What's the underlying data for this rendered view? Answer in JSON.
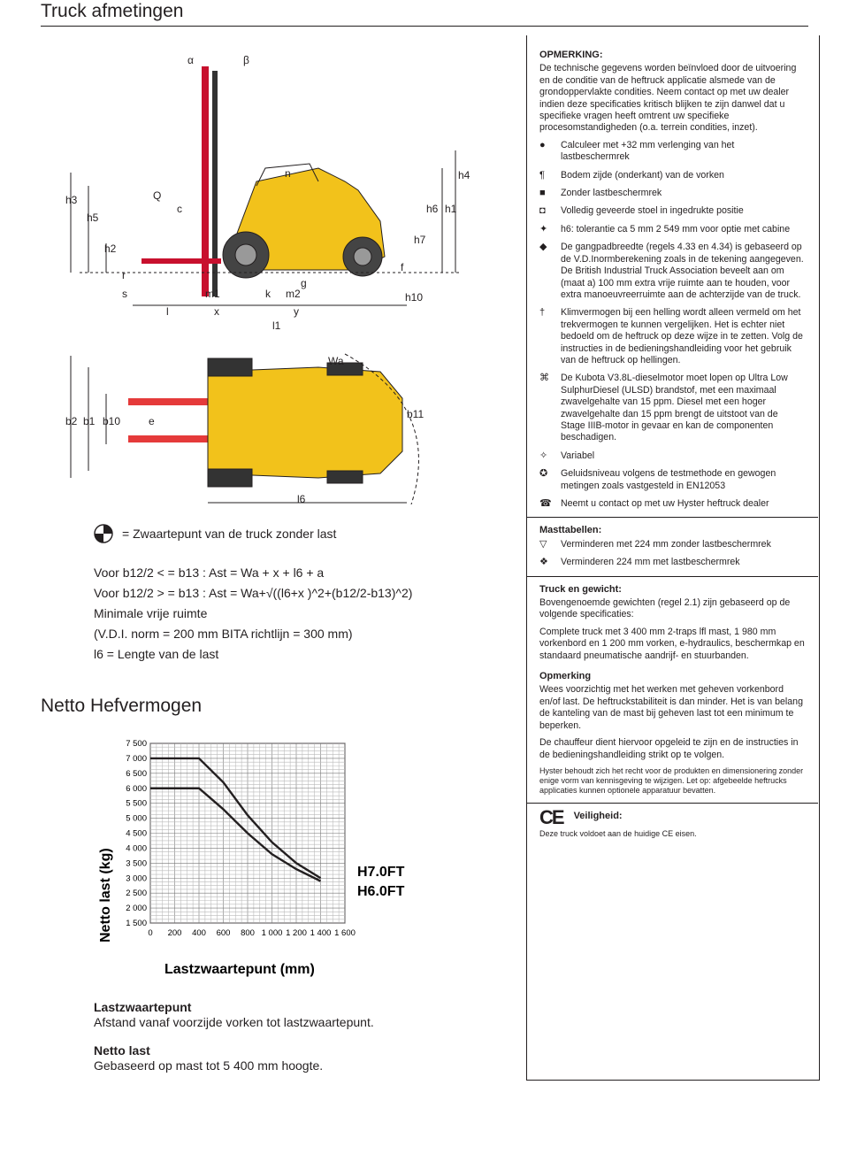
{
  "header": {
    "title": "Truck afmetingen"
  },
  "drawing": {
    "side_labels": [
      "α",
      "β",
      "n",
      "Q",
      "c",
      "h3",
      "h5",
      "h2",
      "r",
      "s",
      "l",
      "m1",
      "x",
      "k",
      "m2",
      "g",
      "y",
      "l1",
      "f",
      "h4",
      "h6",
      "h1",
      "h7",
      "h10"
    ],
    "top_labels": [
      "b2",
      "b1",
      "b10",
      "e",
      "Wa",
      "b11",
      "l6"
    ]
  },
  "legend": {
    "cog_text": "= Zwaartepunt van de truck zonder last"
  },
  "formulas": {
    "line1": "Voor  b12/2 < = b13  :  Ast = Wa + x + l6 + a",
    "line2": "Voor  b12/2 > = b13  :  Ast = Wa+√((l6+x )^2+(b12/2-b13)^2)",
    "line3": "Minimale vrije ruimte",
    "line4": "(V.D.I. norm = 200 mm BITA richtlijn = 300 mm)",
    "line5": "l6 = Lengte van de last"
  },
  "capacity_title": "Netto Hefvermogen",
  "chart_data": {
    "type": "line",
    "title": "",
    "xlabel": "Lastzwaartepunt (mm)",
    "ylabel": "Netto last (kg)",
    "x_ticks": [
      "0",
      "200",
      "400",
      "600",
      "800",
      "1 000",
      "1 200",
      "1 400",
      "1 600"
    ],
    "y_ticks": [
      "7 500",
      "7 000",
      "6 500",
      "6 000",
      "5 500",
      "5 000",
      "4 500",
      "4 000",
      "3 500",
      "3 000",
      "2 500",
      "2 000",
      "1 500"
    ],
    "xlim": [
      0,
      1600
    ],
    "ylim": [
      1500,
      7500
    ],
    "grid": true,
    "series": [
      {
        "name": "H7.0FT",
        "x": [
          0,
          400,
          600,
          800,
          1000,
          1200,
          1400
        ],
        "y": [
          7000,
          7000,
          6200,
          5100,
          4200,
          3500,
          3000
        ]
      },
      {
        "name": "H6.0FT",
        "x": [
          0,
          400,
          600,
          800,
          1000,
          1200,
          1400
        ],
        "y": [
          6000,
          6000,
          5300,
          4500,
          3800,
          3300,
          2900
        ]
      }
    ]
  },
  "below_chart": {
    "lzp_title": "Lastzwaartepunt",
    "lzp_text": "Afstand vanaf voorzijde vorken tot lastzwaartepunt.",
    "nl_title": "Netto last",
    "nl_text": "Gebaseerd op mast tot 5 400 mm hoogte."
  },
  "right": {
    "note_head": "OPMERKING:",
    "note_text": "De technische gegevens worden beïnvloed door de uitvoering en de conditie van de heftruck applicatie alsmede van de grondoppervlakte condities. Neem contact op met uw dealer indien deze specificaties kritisch blijken te zijn danwel dat u specifieke vragen heeft omtrent uw specifieke procesomstandigheden (o.a. terrein condities, inzet).",
    "notes": [
      {
        "sym": "●",
        "text": "Calculeer met +32 mm verlenging van het lastbeschermrek"
      },
      {
        "sym": "¶",
        "text": "Bodem zijde (onderkant) van de vorken"
      },
      {
        "sym": "■",
        "text": "Zonder lastbeschermrek"
      },
      {
        "sym": "◘",
        "text": "Volledig geveerde stoel in ingedrukte positie"
      },
      {
        "sym": "✦",
        "text": "h6: tolerantie ca 5 mm 2 549 mm voor optie met cabine"
      },
      {
        "sym": "◆",
        "text": "De gangpadbreedte (regels 4.33 en 4.34) is gebaseerd op de V.D.Inormberekening zoals in de tekening aangegeven. De British Industrial Truck Association beveelt aan om (maat a) 100 mm extra vrije ruimte aan te houden, voor extra manoeuvreerruimte aan de achterzijde van de truck."
      },
      {
        "sym": "†",
        "text": "Klimvermogen bij een helling wordt alleen vermeld om het trekvermogen te kunnen vergelijken. Het is echter niet bedoeld om de heftruck op deze wijze in te zetten. Volg de instructies in de bedieningshandleiding voor het gebruik van de heftruck op hellingen."
      },
      {
        "sym": "⌘",
        "text": "De Kubota V3.8L-dieselmotor moet lopen op Ultra Low SulphurDiesel (ULSD) brandstof, met een maximaal zwavelgehalte van 15 ppm. Diesel met een hoger zwavelgehalte dan 15 ppm brengt de uitstoot van de Stage IIIB-motor in gevaar en kan de componenten beschadigen."
      },
      {
        "sym": "✧",
        "text": "Variabel"
      },
      {
        "sym": "✪",
        "text": "Geluidsniveau volgens de testmethode en gewogen metingen zoals vastgesteld in EN12053"
      },
      {
        "sym": "☎",
        "text": "Neemt u contact op met uw Hyster heftruck dealer"
      }
    ],
    "mast_head": "Masttabellen:",
    "mast_notes": [
      {
        "sym": "▽",
        "text": "Verminderen met 224 mm zonder lastbeschermrek"
      },
      {
        "sym": "❖",
        "text": "Verminderen 224 mm met lastbeschermrek"
      }
    ],
    "weight_head": "Truck en gewicht:",
    "weight_p1": "Bovengenoemde gewichten (regel 2.1) zijn gebaseerd op de volgende specificaties:",
    "weight_p2": "Complete truck met 3 400 mm 2-traps lfl mast, 1 980 mm vorkenbord en 1 200 mm vorken, e-hydraulics, beschermkap en standaard pneumatische aandrijf- en stuurbanden.",
    "opm_head": "Opmerking",
    "opm_p1": "Wees voorzichtig met het werken met geheven vorkenbord en/of last. De heftruckstabiliteit is dan minder. Het is van belang de kanteling van de mast bij geheven last tot een minimum te beperken.",
    "opm_p2": "De chauffeur dient hiervoor opgeleid te zijn en de instructies in de bedieningshandleiding strikt op te volgen.",
    "opm_small": "Hyster behoudt zich het recht voor de produkten en dimensionering zonder enige vorm van kennisgeving te wijzigen. Let op: afgebeelde heftrucks applicaties kunnen optionele apparatuur bevatten.",
    "ce_mark": "CE",
    "safety_head": "Veiligheid:",
    "safety_text": "Deze truck voldoet aan de huidige CE eisen."
  }
}
